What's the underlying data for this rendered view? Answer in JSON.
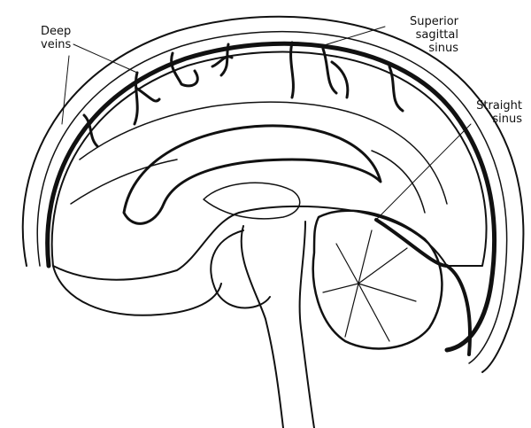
{
  "labels": {
    "deep_veins": [
      "Deep",
      "veins"
    ],
    "superior_sagittal_sinus": [
      "Superior",
      "sagittal",
      "sinus"
    ],
    "straight_sinus": [
      "Straight",
      "sinus"
    ]
  },
  "colors": {
    "ink": "#111111",
    "paper": "#ffffff"
  }
}
